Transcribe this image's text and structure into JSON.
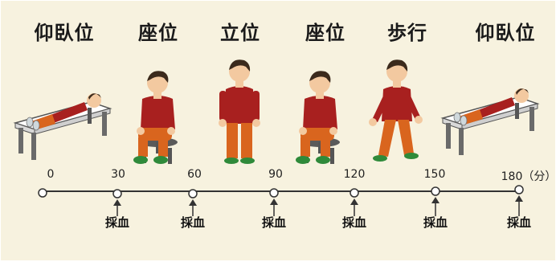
{
  "poses": [
    {
      "label": "仰臥位",
      "posture": "lying"
    },
    {
      "label": "座位",
      "posture": "sitting"
    },
    {
      "label": "立位",
      "posture": "standing"
    },
    {
      "label": "座位",
      "posture": "sitting"
    },
    {
      "label": "歩行",
      "posture": "walking"
    },
    {
      "label": "仰臥位",
      "posture": "lying"
    }
  ],
  "timeline": {
    "ticks": [
      "0",
      "30",
      "60",
      "90",
      "120",
      "150",
      "180（分）"
    ],
    "sample_label": "採血",
    "sample_at_ticks": [
      1,
      2,
      3,
      4,
      5,
      6
    ]
  },
  "colors": {
    "background": "#f7f2df",
    "shirt": "#a8201f",
    "pants": "#d9651e",
    "shoes": "#2f8a3a",
    "skin": "#f3c9a0",
    "hair": "#3b2a1c",
    "furniture": "#6a6a6a"
  }
}
